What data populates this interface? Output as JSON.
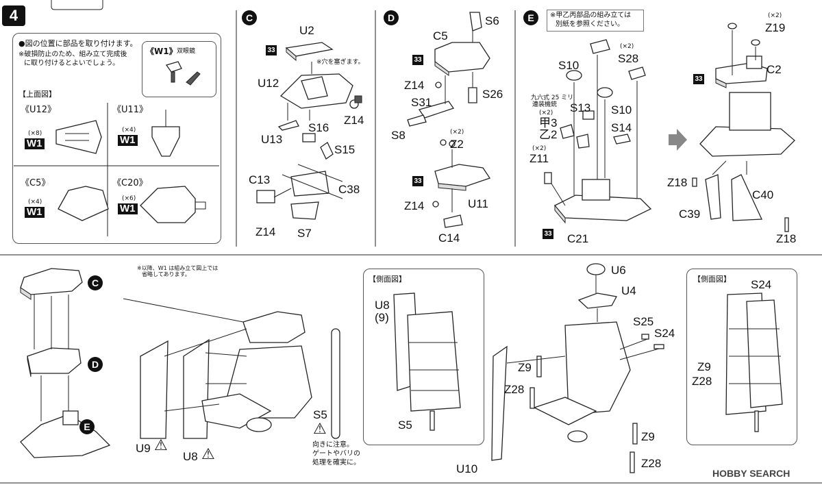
{
  "step_number": "4",
  "intro": {
    "line1": "●図の位置に部品を取り付けます。",
    "line2": "※破損防止のため、組み立て完成後",
    "line3": "に取り付けるとよいでしょう。",
    "w1_label": "《W1》",
    "w1_name": "双眼鏡"
  },
  "top_view": {
    "heading": "【上面図】",
    "u12": {
      "label": "《U12》",
      "count": "(×8)",
      "part": "W1"
    },
    "u11": {
      "label": "《U11》",
      "count": "(×4)",
      "part": "W1"
    },
    "c5": {
      "label": "《C5》",
      "count": "(×4)",
      "part": "W1"
    },
    "c20": {
      "label": "《C20》",
      "count": "(×6)",
      "part": "W1"
    }
  },
  "section_c": {
    "marker": "C",
    "badge": "33",
    "note": "※穴を塞ぎます。",
    "labels": [
      "U2",
      "U12",
      "Z14",
      "S16",
      "U13",
      "S15",
      "C13",
      "C38",
      "Z14",
      "S7"
    ]
  },
  "section_d": {
    "marker": "D",
    "badge_top": "33",
    "badge_bottom": "33",
    "count_z2": "(×2)",
    "labels": [
      "S6",
      "C5",
      "Z14",
      "S26",
      "S31",
      "S8",
      "Z2",
      "U11",
      "Z14",
      "C14"
    ]
  },
  "section_e": {
    "marker": "E",
    "note_line1": "※甲乙丙部品の組み立ては",
    "note_line2": "別紙を参照ください。",
    "gun_line1": "九六式 25 ミリ",
    "gun_line2": "連装機銃",
    "count_kou": "(×2)",
    "count_z11": "(×2)",
    "count_s28": "(×2)",
    "badge": "33",
    "labels": [
      "S10",
      "S28",
      "S13",
      "S10",
      "甲3",
      "乙2",
      "S14",
      "Z11",
      "C21"
    ]
  },
  "section_right": {
    "badge": "33",
    "count_z19": "(×2)",
    "labels": [
      "Z19",
      "C2",
      "Z18",
      "C40",
      "C39",
      "Z18"
    ]
  },
  "bottom": {
    "markers": [
      "C",
      "D",
      "E"
    ],
    "note_line1": "※以降、W1 は組み立て図上では",
    "note_line2": "省略してあります。",
    "labels": {
      "u9": "U9",
      "u8": "U8",
      "s5": "S5",
      "u6": "U6",
      "u4": "U4",
      "s25": "S25",
      "s24a": "S24",
      "z9a": "Z9",
      "z28a": "Z28",
      "z9b": "Z9",
      "z28b": "Z28",
      "u10": "U10"
    },
    "s5_note": [
      "向きに注意。",
      "ゲートやバリの",
      "処理を確実に。"
    ],
    "side1": {
      "heading": "【側面図】",
      "u8": "U8",
      "nine": "(9)",
      "s5": "S5"
    },
    "side2": {
      "heading": "【側面図】",
      "s24": "S24",
      "z9": "Z9",
      "z28": "Z28"
    }
  },
  "watermark": "HOBBY SEARCH"
}
